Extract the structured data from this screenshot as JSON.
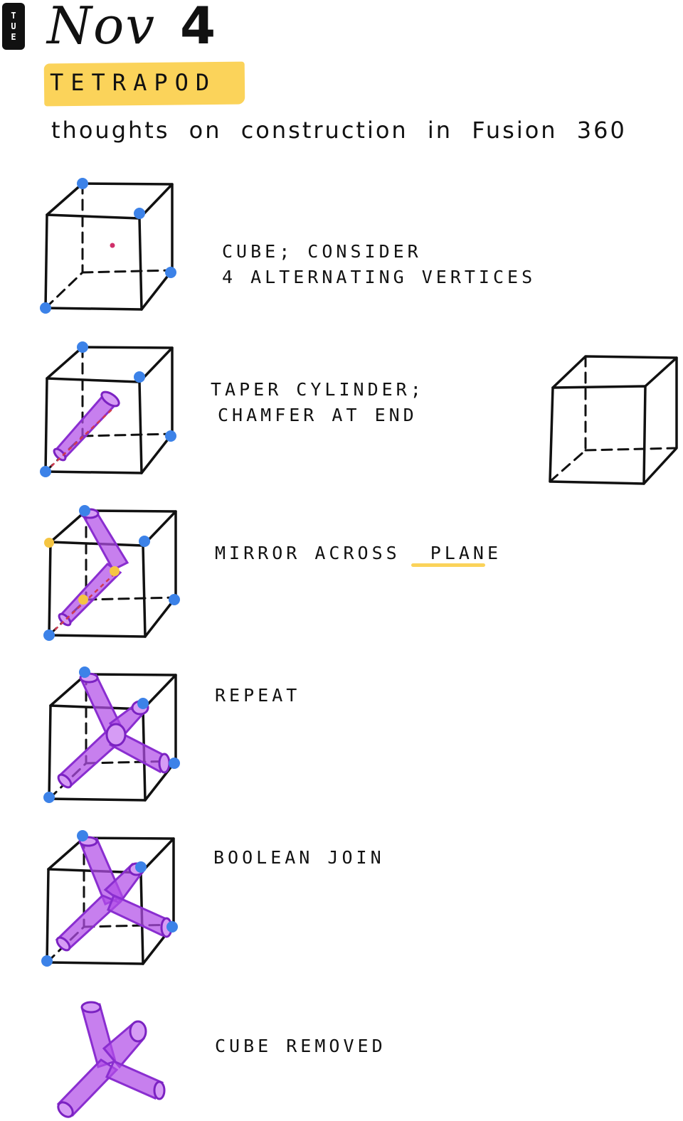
{
  "header": {
    "day": [
      "T",
      "U",
      "E"
    ],
    "month": "Nov",
    "day_number": "4",
    "title": "TETRAPOD",
    "subtitle": "thoughts on construction in Fusion 360"
  },
  "steps": [
    {
      "line1": "CUBE; CONSIDER",
      "line2": "4 ALTERNATING VERTICES"
    },
    {
      "line1": "TAPER CYLINDER;",
      "line2": "CHAMFER AT END"
    },
    {
      "line1": "MIRROR ACROSS",
      "emphasis": "PLANE"
    },
    {
      "line1": "REPEAT"
    },
    {
      "line1": "BOOLEAN JOIN"
    },
    {
      "line1": "CUBE REMOVED"
    }
  ],
  "colors": {
    "highlight": "#fbd35a",
    "vertex": "#3c82e8",
    "cylinder": "#b24ee8",
    "axis": "#d03a52",
    "mirror_point": "#f5c542"
  }
}
